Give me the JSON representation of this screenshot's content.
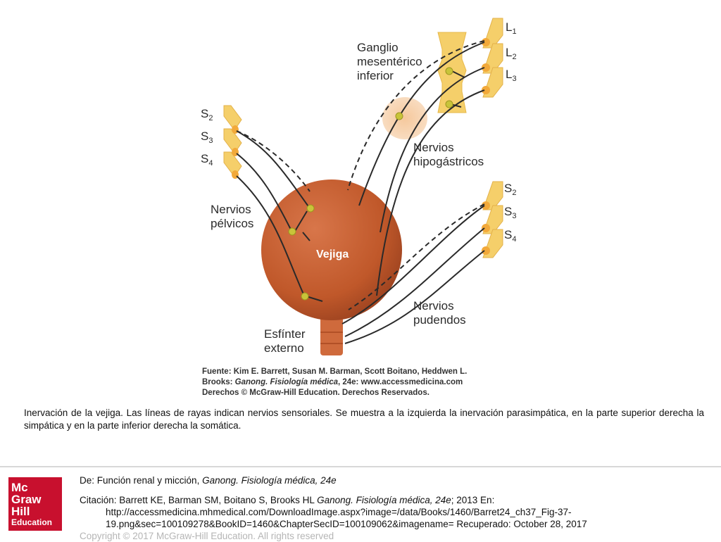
{
  "figure": {
    "labels": {
      "ganglion_line1": "Ganglio",
      "ganglion_line2": "mesentérico",
      "ganglion_line3": "inferior",
      "hypogastric_line1": "Nervios",
      "hypogastric_line2": "hipogástricos",
      "pelvic_line1": "Nervios",
      "pelvic_line2": "pélvicos",
      "bladder": "Vejiga",
      "pudendal_line1": "Nervios",
      "pudendal_line2": "pudendos",
      "sphincter_line1": "Esfínter",
      "sphincter_line2": "externo"
    },
    "segments_left": [
      {
        "letter": "S",
        "num": "2"
      },
      {
        "letter": "S",
        "num": "3"
      },
      {
        "letter": "S",
        "num": "4"
      }
    ],
    "segments_lumbar": [
      {
        "letter": "L",
        "num": "1"
      },
      {
        "letter": "L",
        "num": "2"
      },
      {
        "letter": "L",
        "num": "3"
      }
    ],
    "segments_right": [
      {
        "letter": "S",
        "num": "2"
      },
      {
        "letter": "S",
        "num": "3"
      },
      {
        "letter": "S",
        "num": "4"
      }
    ],
    "source": {
      "line1": "Fuente: Kim E. Barrett, Susan M. Barman, Scott Boitano, Heddwen L.",
      "line2_pre": "Brooks: ",
      "line2_italic": "Ganong. Fisiología médica",
      "line2_post": ", 24e: www.accessmedicina.com",
      "line3": "Derechos © McGraw-Hill Education. Derechos Reservados."
    },
    "colors": {
      "bladder": "#c0582a",
      "spine": "#f5cf6a",
      "ganglion": "#f7cfa6",
      "synapse": "#c8c43a"
    }
  },
  "caption": {
    "text": "Inervación de la vejiga. Las líneas de rayas indican nervios sensoriales. Se muestra a la izquierda la inervación parasimpática, en la parte superior derecha la simpática y en la parte inferior derecha la somática."
  },
  "footer": {
    "from_prefix": "De: Función renal y micción, ",
    "from_italic": "Ganong. Fisiología médica, 24e",
    "citation_prefix": "Citación: Barrett KE, Barman SM, Boitano S, Brooks HL  ",
    "citation_italic": "Ganong. Fisiología médica, 24e",
    "citation_suffix": "; 2013 En:",
    "url_line1": "http://accessmedicina.mhmedical.com/DownloadImage.aspx?image=/data/Books/1460/Barret24_ch37_Fig-37-",
    "url_line2": "19.png&sec=100109278&BookID=1460&ChapterSecID=100109062&imagename= Recuperado: October 28, 2017",
    "copyright": "Copyright © 2017 McGraw-Hill Education. All rights reserved"
  },
  "logo": {
    "line1": "Mc",
    "line2": "Graw",
    "line3": "Hill",
    "line4": "Education"
  }
}
